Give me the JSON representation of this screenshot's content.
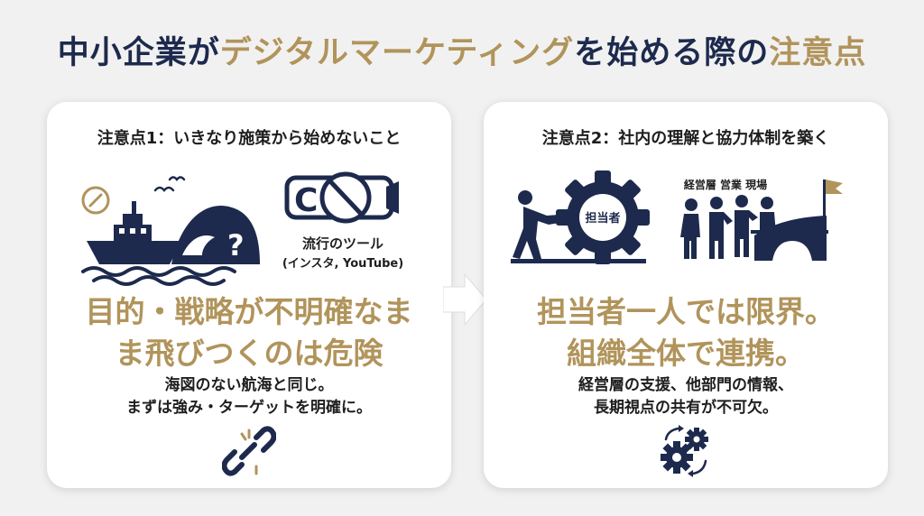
{
  "title": {
    "part1": "中小企業が",
    "part2": "デジタルマーケティング",
    "part3": "を始める際の",
    "part4": "注意点"
  },
  "colors": {
    "navy": "#1d2a4d",
    "gold": "#b1945b",
    "background": "#f1f1f1",
    "card": "#ffffff"
  },
  "left_card": {
    "heading": "注意点1：いきなり施策から始めないこと",
    "icon_question": "?",
    "icon_brand": "C",
    "trend_label": "流行のツール",
    "trend_sub": "(インスタ, YouTube)",
    "main_line1": "目的・戦略が不明確なま",
    "main_line2": "ま飛びつくのは危険",
    "desc_line1": "海図のない航海と同じ。",
    "desc_line2": "まずは強み・ターゲットを明確に。",
    "icons": [
      "compass-icon",
      "ship-icon",
      "wave-icon",
      "birds-icon",
      "no-video-icon",
      "broken-link-icon"
    ]
  },
  "right_card": {
    "heading": "注意点2：社内の理解と協力体制を築く",
    "gear_label": "担当者",
    "team_label": "経営層 営業 現場",
    "main_line1": "担当者一人では限界。",
    "main_line2": "組織全体で連携。",
    "desc_line1": "経営層の支援、他部門の情報、",
    "desc_line2": "長期視点の共有が不可欠。",
    "icons": [
      "person-pushing-gear-icon",
      "team-on-bridge-icon",
      "flag-icon",
      "gears-cycle-icon"
    ]
  }
}
